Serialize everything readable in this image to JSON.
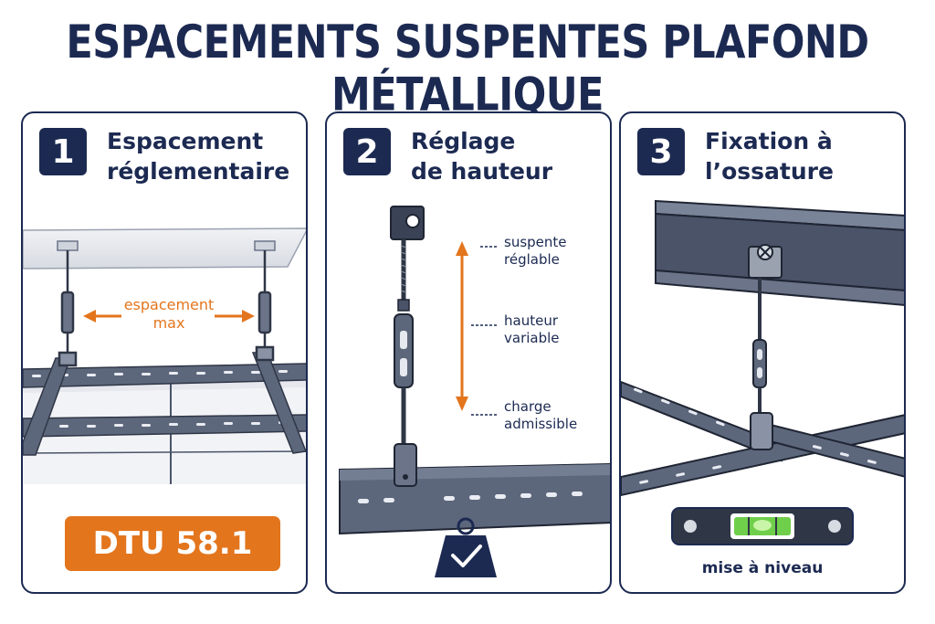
{
  "title": "ESPACEMENTS SUSPENTES PLAFOND MÉTALLIQUE",
  "panels": [
    {
      "number": "1",
      "title_lines": [
        "Espacement",
        "réglementaire"
      ],
      "annotation_lines": [
        "espacement",
        "max"
      ],
      "badge": "DTU 58.1"
    },
    {
      "number": "2",
      "title_lines": [
        "Réglage",
        "de hauteur"
      ],
      "labels": [
        [
          "suspente",
          "réglable"
        ],
        [
          "hauteur",
          "variable"
        ],
        [
          "charge",
          "admissible"
        ]
      ],
      "icon": "weight-check-icon"
    },
    {
      "number": "3",
      "title_lines": [
        "Fixation à",
        "l’ossature"
      ],
      "caption": "mise à niveau",
      "icon": "spirit-level-icon"
    }
  ],
  "colors": {
    "navy": "#1c2a52",
    "orange": "#e3751d",
    "steel": "#5a6478",
    "steel_dark": "#2f3646"
  }
}
